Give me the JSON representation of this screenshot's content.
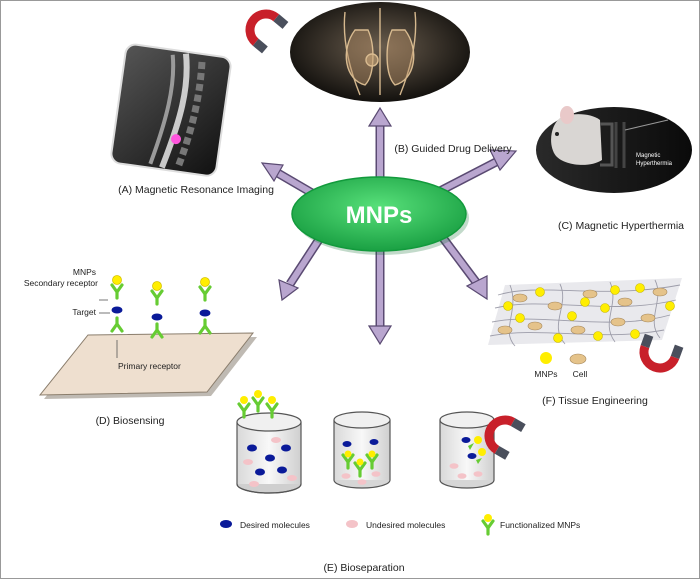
{
  "center": {
    "label": "MNPs"
  },
  "panels": {
    "mri": {
      "caption": "(A) Magnetic Resonance Imaging"
    },
    "drug": {
      "caption": "(B) Guided Drug Delivery"
    },
    "hyper": {
      "caption": "(C) Magnetic Hyperthermia",
      "overlay_line1": "Magnetic",
      "overlay_line2": "Hyperthermia"
    },
    "biosensing": {
      "caption": "(D) Biosensing",
      "labels": {
        "mnps": "MNPs",
        "secondary": "Secondary receptor",
        "target": "Target",
        "primary": "Primary receptor"
      }
    },
    "tissue": {
      "caption": "(F) Tissue Engineering",
      "legend_mnps": "MNPs",
      "legend_cell": "Cell"
    },
    "biosep": {
      "caption": "(E) Bioseparation",
      "legend": {
        "desired": "Desired molecules",
        "undesired": "Undesired molecules",
        "functionalized": "Functionalized MNPs"
      }
    }
  },
  "colors": {
    "arrow": "#b9a6cf",
    "ellipse": "#2dbf54",
    "mnp": "#ffee00",
    "receptor": "#66cc33",
    "target": "#0a1a99",
    "undesired": "#f4c3c8",
    "magnet_red": "#c8202a",
    "magnet_gray": "#4a4f5c"
  }
}
